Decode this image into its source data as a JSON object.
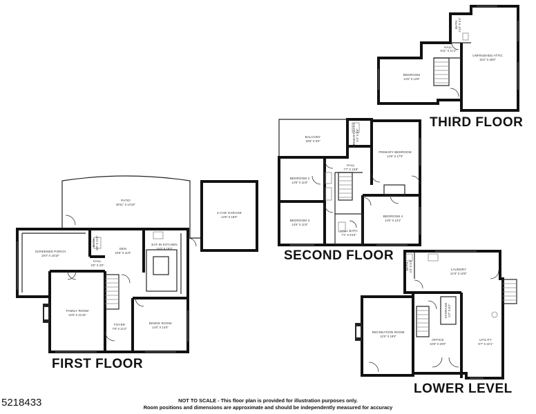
{
  "listing_id": "5218433",
  "floors": {
    "third": "THIRD FLOOR",
    "second": "SECOND FLOOR",
    "first": "FIRST FLOOR",
    "lower": "LOWER LEVEL"
  },
  "rooms": {
    "bedroom_3f": {
      "name": "BEDROOM",
      "dim": "14'6\" X 13'8\""
    },
    "hall_3f": {
      "name": "HALL",
      "dim": "6'11\" X 11'4\""
    },
    "bath_3f": {
      "name": "BATH",
      "dim": "4'10\" X 6'4\""
    },
    "attic": {
      "name": "UNFINISHED ATTIC",
      "dim": "15'2\" X 28'0\""
    },
    "balcony": {
      "name": "BALCONY",
      "dim": "18'8\" X 9'0\""
    },
    "primary_bath": {
      "name": "PRIMARY BATH",
      "dim": "5'3\" X 8'9\""
    },
    "primary_bedroom": {
      "name": "PRIMARY BEDROOM",
      "dim": "14'5\" X 17'0\""
    },
    "bedroom2": {
      "name": "BEDROOM 2",
      "dim": "14'6\" X 11'6\""
    },
    "hall_2f": {
      "name": "HALL",
      "dim": "7'7\" X 15'8\""
    },
    "bedroom3": {
      "name": "BEDROOM 3",
      "dim": "14'6\" X 11'5\""
    },
    "bedroom4": {
      "name": "BEDROOM 4",
      "dim": "14'6\" X 13'1\""
    },
    "hall_bath": {
      "name": "HALL BATH",
      "dim": "7'1\" X 6'10\""
    },
    "patio": {
      "name": "PATIO",
      "dim": "38'11\" X 14'10\""
    },
    "garage": {
      "name": "2-CAR GARAGE",
      "dim": "14'5\" X 18'0\""
    },
    "screened_porch": {
      "name": "SCREENED PORCH",
      "dim": "19'4\" X 16'10\""
    },
    "den": {
      "name": "DEN",
      "dim": "10'6\" X 11'5\""
    },
    "kitchen": {
      "name": "EAT-IN KITCHEN",
      "dim": "14'3\" X 19'3\""
    },
    "bath_1f": {
      "name": "BATH",
      "dim": "6'6\" X 3'10\""
    },
    "hall_1f": {
      "name": "HALL",
      "dim": "3'6\" X 3'6\""
    },
    "family_room": {
      "name": "FAMILY ROOM",
      "dim": "14'6\" X 21'10\""
    },
    "foyer": {
      "name": "FOYER",
      "dim": "7'8\" X 21'2\""
    },
    "dining_room": {
      "name": "DINING ROOM",
      "dim": "14'0\" X 14'0\""
    },
    "bath_ll": {
      "name": "BATH",
      "dim": "4'3\" X 6'3\""
    },
    "laundry": {
      "name": "LAUNDRY",
      "dim": "21'9\" X 10'8\""
    },
    "storage": {
      "name": "STORAGE",
      "dim": "5'2\" X 8'4\""
    },
    "recreation_room": {
      "name": "RECREATION ROOM",
      "dim": "12'6\" X 19'0\""
    },
    "office": {
      "name": "OFFICE",
      "dim": "10'8\" X 20'0\""
    },
    "utility": {
      "name": "UTILITY",
      "dim": "9'7\" X 22'1\""
    }
  },
  "disclaimer": {
    "line1": "NOT TO SCALE - This floor plan is provided for illustration purposes only.",
    "line2": "Room positions and dimensions are approximate and should be independently measured for accuracy"
  }
}
